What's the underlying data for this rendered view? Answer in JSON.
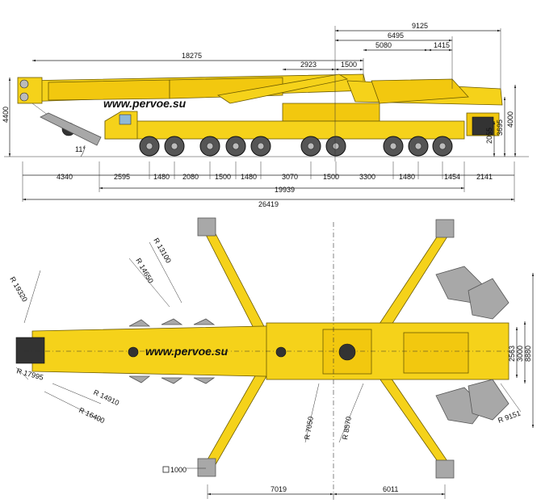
{
  "watermark": "www.pervoe.su",
  "side_view": {
    "top_dims": [
      "9125",
      "6495",
      "5080",
      "1415",
      "18275",
      "2923",
      "1500"
    ],
    "left_height": "4400",
    "right_heights": [
      "2055",
      "3695",
      "4000"
    ],
    "angle": "11°",
    "bottom_row": [
      "4340",
      "2595",
      "1480",
      "2080",
      "1500",
      "1480",
      "3070",
      "1500",
      "3300",
      "1480",
      "1454",
      "2141"
    ],
    "wheelbase_total": "19939",
    "overall_length": "26419"
  },
  "top_view": {
    "radii": [
      "R 19320",
      "R 14650",
      "R 13100",
      "R 17995",
      "R 14910",
      "R 16400",
      "R 7050",
      "R 8570",
      "R 9151"
    ],
    "right_widths": [
      "2563",
      "3000",
      "8880"
    ],
    "pad": "1000",
    "bottom_dims": [
      "7019",
      "6011"
    ]
  }
}
